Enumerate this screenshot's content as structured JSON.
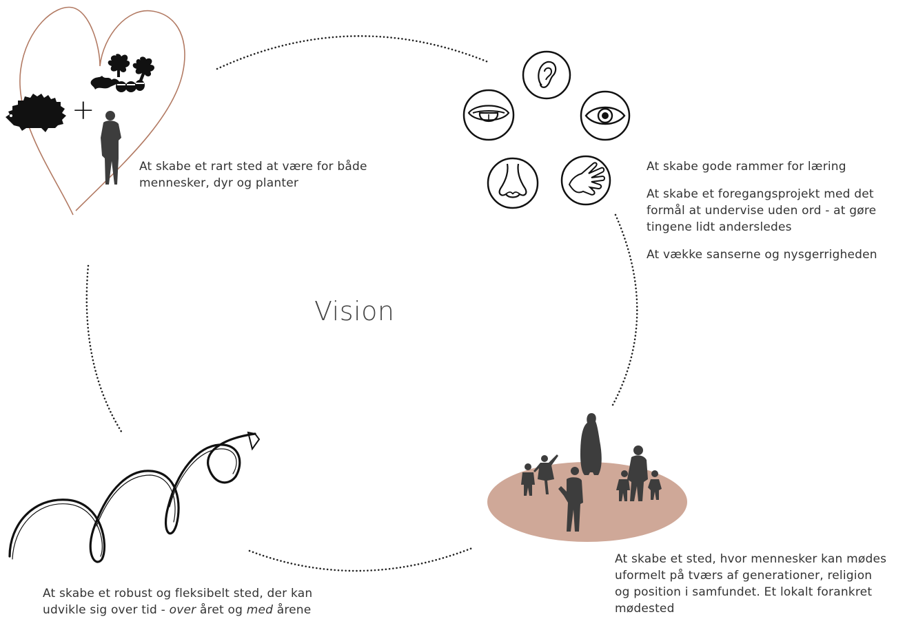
{
  "title": "Vision",
  "quadrants": {
    "nature": {
      "text": "At skabe et rart sted at være for både mennesker, dyr og planter",
      "plus": "+",
      "icons": [
        "heart-outline",
        "hedgehog-silhouette",
        "oak-leaves-acorns",
        "person-silhouette"
      ]
    },
    "senses": {
      "items": [
        "At skabe gode rammer for læring",
        "At skabe et foregangsprojekt med det formål at undervise uden ord - at gøre tingene lidt andersledes",
        "At vække sanserne og nysgerrigheden"
      ],
      "icons": [
        "ear-icon",
        "mouth-icon",
        "eye-icon",
        "nose-icon",
        "hand-icon"
      ]
    },
    "community": {
      "text": "At skabe et sted, hvor mennesker kan mødes uformelt på tværs af generationer, religion og position i samfundet. Et lokalt forankret mødested",
      "icons": [
        "people-silhouettes"
      ]
    },
    "robust": {
      "text_before_over": "At skabe et robust og fleksibelt sted, der kan udvikle sig over tid - ",
      "over": "over",
      "text_mid": " året og ",
      "med": "med",
      "text_after": " årene",
      "icons": [
        "spiral-ribbon"
      ]
    }
  },
  "colors": {
    "heart": "#b27a63",
    "disc": "#cfa898",
    "silhouette": "#3d3d3d",
    "dots": "#222222"
  }
}
